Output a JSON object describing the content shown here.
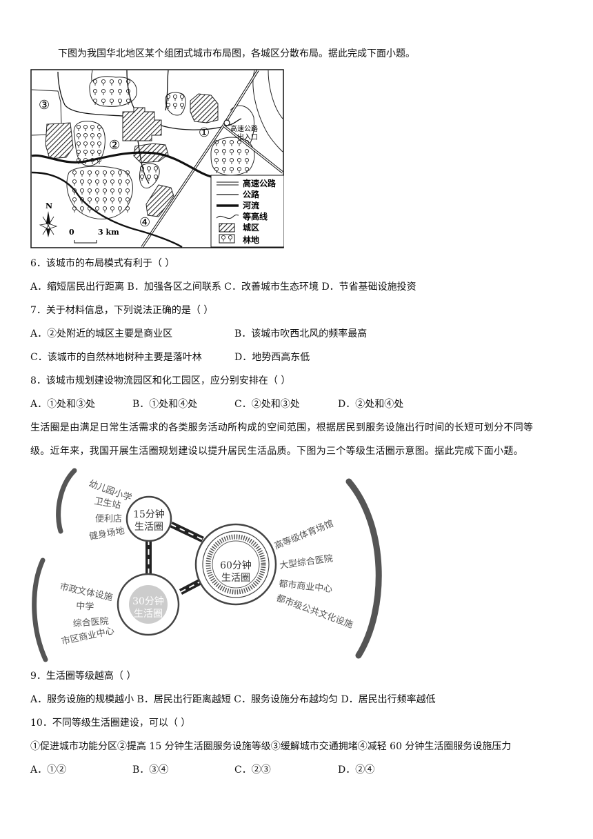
{
  "intro1": "下图为我国华北地区某个组团式城市布局图，各城区分散布局。据此完成下面小题。",
  "map": {
    "circled": [
      "①",
      "②",
      "③",
      "④"
    ],
    "exit_label": [
      "高速公路",
      "出入口"
    ],
    "compass": "N",
    "scale": {
      "zero": "0",
      "distance": "3 km"
    },
    "legend": [
      {
        "icon": "double-line-icon",
        "label": "高速公路"
      },
      {
        "icon": "line-icon",
        "label": "公路"
      },
      {
        "icon": "thick-line-icon",
        "label": "河流"
      },
      {
        "icon": "wavy-line-icon",
        "label": "等高线"
      },
      {
        "icon": "hatch-icon",
        "label": "城区"
      },
      {
        "icon": "tree-icon",
        "label": "林地"
      }
    ]
  },
  "q6": {
    "stem": "6．该城市的布局模式有利于（    ）",
    "options": "A．缩短居民出行距离 B．加强各区之间联系 C．改善城市生态环境  D．节省基础设施投资"
  },
  "q7": {
    "stem": "7．关于材料信息，下列说法正确的是（    ）",
    "a": "A．②处附近的城区主要是商业区",
    "b": "B．该城市吹西北风的频率最高",
    "c": "C．该城市的自然林地树种主要是落叶林",
    "d": "D．地势西高东低"
  },
  "q8": {
    "stem": "8．该城市规划建设物流园区和化工园区，应分别安排在（    ）",
    "a": "A．①处和③处",
    "b": "B．①处和④处",
    "c": "C．②处和③处",
    "d": "D．②处和④处"
  },
  "intro2": {
    "line1": "生活圈是由满足日常生活需求的各类服务活动所构成的空间范围，根据居民到服务设施出行时间的长短可划分不同等",
    "line2": "级。近年来，我国开展生活圈规划建设以提升居民生活品质。下图为三个等级生活圈示意图。据此完成下面小题。"
  },
  "circles": {
    "c15": {
      "l1": "15分钟",
      "l2": "生活圈",
      "services": [
        "幼儿园小学",
        "卫生站",
        "便利店",
        "健身场地"
      ]
    },
    "c30": {
      "l1": "30分钟",
      "l2": "生活圈",
      "services": [
        "市政文体设施",
        "中学",
        "综合医院",
        "市区商业中心"
      ]
    },
    "c60": {
      "l1": "60分钟",
      "l2": "生活圈",
      "services": [
        "高等级体育场馆",
        "大型综合医院",
        "都市商业中心",
        "都市级公共文化设施"
      ]
    }
  },
  "q9": {
    "stem": "9．生活圈等级越高（    ）",
    "options": "A．服务设施的规模越小 B．居民出行距离越短 C．服务设施分布越均匀  D．居民出行频率越低"
  },
  "q10": {
    "stem": "10．不同等级生活圈建设，可以（    ）",
    "items": "①促进城市功能分区②提高 15 分钟生活圈服务设施等级③缓解城市交通拥堵④减轻 60 分钟生活圈服务设施压力",
    "a": "A．①②",
    "b": "B．③④",
    "c": "C．②③",
    "d": "D．②④"
  }
}
